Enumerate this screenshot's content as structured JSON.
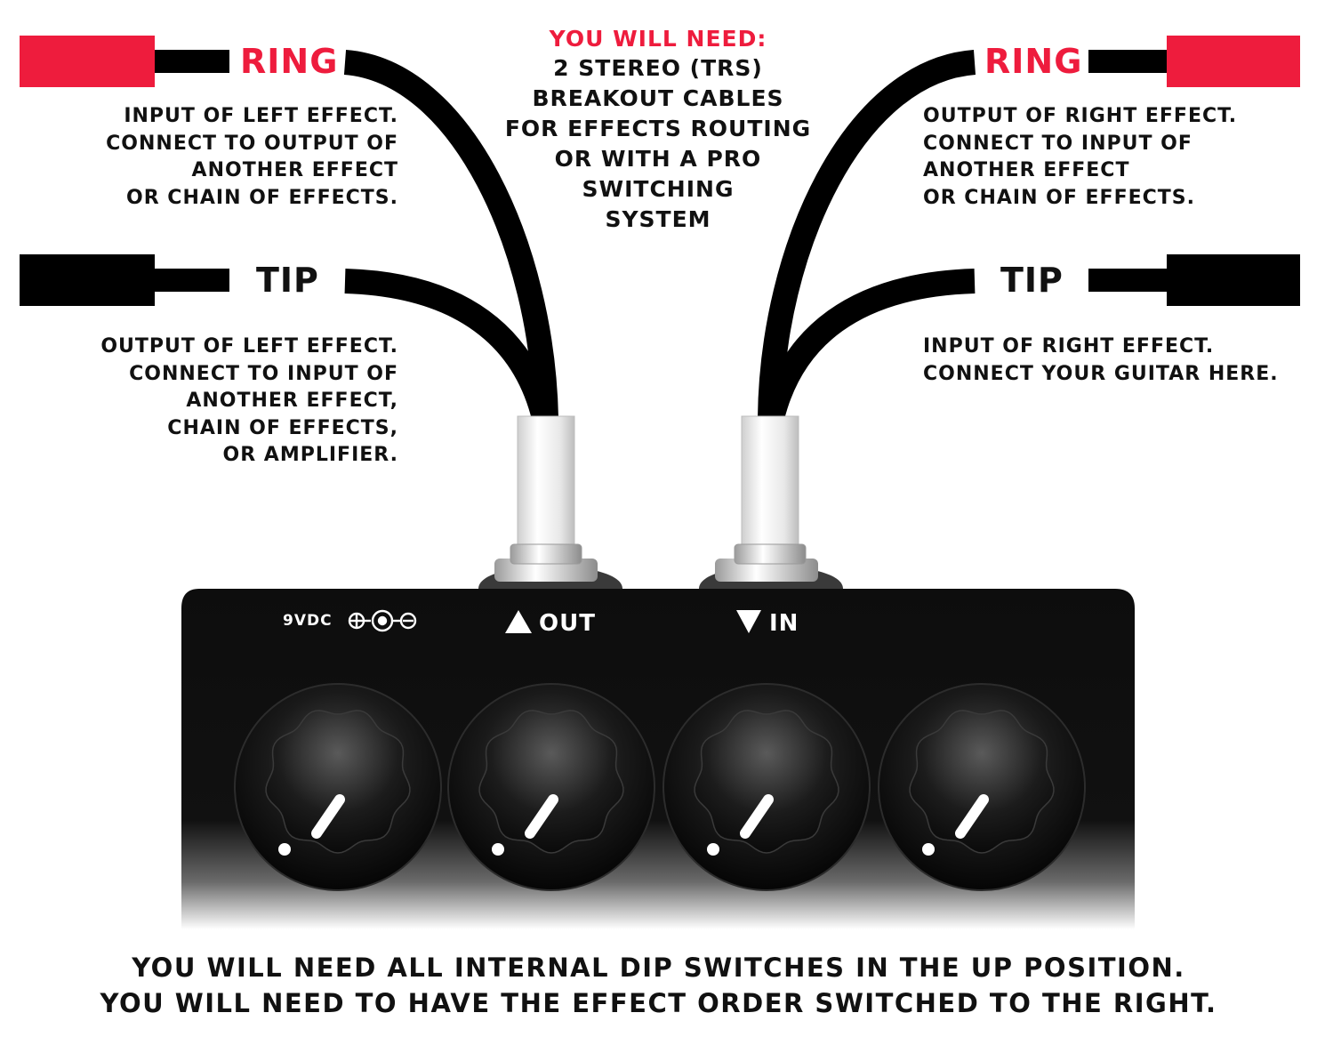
{
  "colors": {
    "accent": "#ee1c3d",
    "cable": "#000000",
    "pedal": "#111111",
    "text": "#111111"
  },
  "header": {
    "title": "YOU WILL NEED:",
    "body": "2 STEREO (TRS)\nBREAKOUT CABLES\nFOR EFFECTS ROUTING\nOR WITH A PRO\nSWITCHING\nSYSTEM"
  },
  "left": {
    "ring_label": "RING",
    "ring_desc": "INPUT OF LEFT EFFECT.\nCONNECT TO OUTPUT OF\nANOTHER EFFECT\nOR CHAIN OF EFFECTS.",
    "tip_label": "TIP",
    "tip_desc": "OUTPUT OF LEFT EFFECT.\nCONNECT TO INPUT OF\nANOTHER EFFECT,\nCHAIN OF EFFECTS,\nOR AMPLIFIER.",
    "ring_plug_color": "#ee1c3d",
    "tip_plug_color": "#000000"
  },
  "right": {
    "ring_label": "RING",
    "ring_desc": "OUTPUT OF RIGHT EFFECT.\nCONNECT TO INPUT OF\nANOTHER EFFECT\nOR CHAIN OF EFFECTS.",
    "tip_label": "TIP",
    "tip_desc": "INPUT OF RIGHT EFFECT.\nCONNECT YOUR GUITAR HERE.",
    "ring_plug_color": "#ee1c3d",
    "tip_plug_color": "#000000"
  },
  "pedal": {
    "power_label": "9VDC",
    "out_label": "OUT",
    "in_label": "IN",
    "knob_count": 4
  },
  "footer": {
    "line1": "YOU WILL NEED ALL INTERNAL DIP SWITCHES IN THE UP POSITION.",
    "line2": "YOU WILL NEED TO HAVE THE EFFECT ORDER SWITCHED TO THE RIGHT."
  }
}
